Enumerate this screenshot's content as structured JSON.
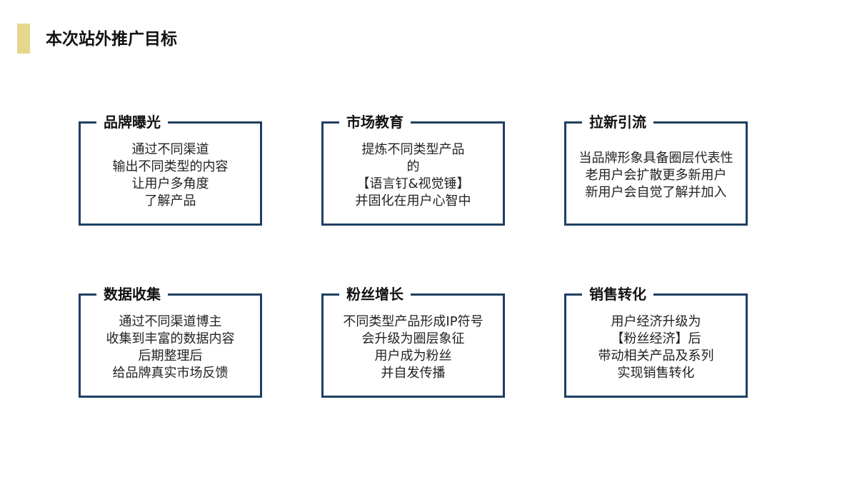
{
  "page": {
    "title": "本次站外推广目标",
    "accent_color": "#e8d68e",
    "border_color": "#1f3f62"
  },
  "cards": [
    {
      "title": "品牌曝光",
      "lines": [
        "通过不同渠道",
        "输出不同类型的内容",
        "让用户多角度",
        "了解产品"
      ]
    },
    {
      "title": "市场教育",
      "lines": [
        "提炼不同类型产品",
        "的",
        "【语言钉&视觉锤】",
        "并固化在用户心智中"
      ]
    },
    {
      "title": "拉新引流",
      "lines": [
        "当品牌形象具备圈层代表性",
        "老用户会扩散更多新用户",
        "新用户会自觉了解并加入"
      ]
    },
    {
      "title": "数据收集",
      "lines": [
        "通过不同渠道博主",
        "收集到丰富的数据内容",
        "后期整理后",
        "给品牌真实市场反馈"
      ]
    },
    {
      "title": "粉丝增长",
      "lines": [
        "不同类型产品形成IP符号",
        "会升级为圈层象征",
        "用户成为粉丝",
        "并自发传播"
      ]
    },
    {
      "title": "销售转化",
      "lines": [
        "用户经济升级为",
        "【粉丝经济】后",
        "带动相关产品及系列",
        "实现销售转化"
      ]
    }
  ]
}
